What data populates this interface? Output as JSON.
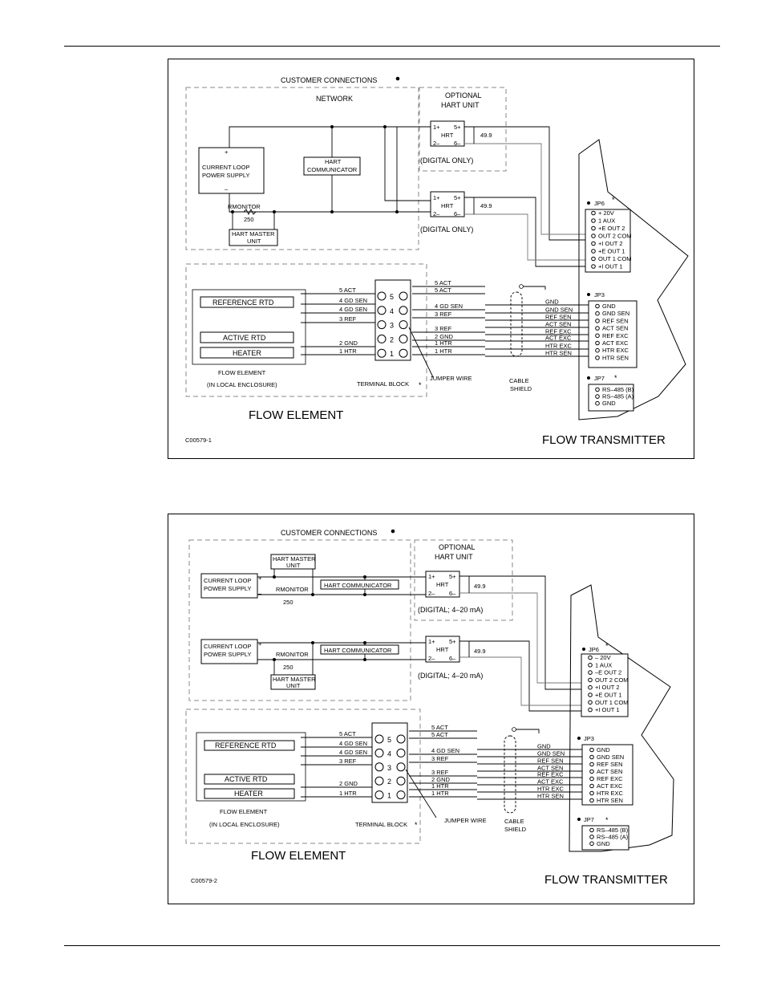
{
  "figures": [
    {
      "id": "C00579-1",
      "customer_connections": "CUSTOMER CONNECTIONS",
      "network": "NETWORK",
      "optional_hart_unit_1": "OPTIONAL",
      "optional_hart_unit_2": "HART UNIT",
      "power_supply_plus": "+",
      "power_supply_minus": "–",
      "power_supply_1": "CURRENT LOOP",
      "power_supply_2": "POWER SUPPLY",
      "hart_communicator_1": "HART",
      "hart_communicator_2": "COMMUNICATOR",
      "rmonitor": "RMONITOR",
      "rmonitor_value": "250",
      "hart_master_1": "HART MASTER",
      "hart_master_2": "UNIT",
      "hrt_upper": {
        "p1": "1+",
        "p5": "5+",
        "label": "HRT",
        "p2": "2–",
        "p6": "6–",
        "res": "49.9",
        "note": "(DIGITAL  ONLY)"
      },
      "hrt_lower": {
        "p1": "1+",
        "p5": "5+",
        "label": "HRT",
        "p2": "2–",
        "p6": "6–",
        "res": "49.9",
        "note": "(DIGITAL  ONLY)"
      },
      "jp6_label": "JP6",
      "jp6_pins": [
        "+  20V",
        "1  AUX",
        "+E  OUT  2",
        "OUT  2  COM",
        "+I  OUT  2",
        "+E  OUT  1",
        "OUT  1  COM",
        "+I  OUT  1"
      ],
      "jp3_label": "JP3",
      "jp3_pins": [
        "GND",
        "GND  SEN",
        "REF  SEN",
        "ACT  SEN",
        "REF  EXC",
        "ACT  EXC",
        "HTR  EXC",
        "HTR  SEN"
      ],
      "jp7_label": "JP7",
      "jp7_pins": [
        "RS–485  (B)",
        "RS–485  (A)",
        "GND"
      ],
      "reference_rtd": "REFERENCE  RTD",
      "active_rtd": "ACTIVE  RTD",
      "heater": "HEATER",
      "flow_element_small_1": "FLOW  ELEMENT",
      "flow_element_small_2": "(IN  LOCAL  ENCLOSURE)",
      "left_wires": [
        "5  ACT",
        "4  GD  SEN",
        "4  GD  SEN",
        "3  REF",
        "2  GND",
        "1  HTR"
      ],
      "terminal_numbers": [
        "5",
        "4",
        "3",
        "2",
        "1"
      ],
      "right_wires": [
        "5  ACT",
        "5  ACT",
        "4  GD  SEN",
        "3  REF",
        "3  REF",
        "2  GND",
        "1  HTR",
        "1  HTR"
      ],
      "cable_wires": [
        "GND",
        "GND  SEN",
        "REF  SEN",
        "ACT  SEN",
        "REF  EXC",
        "ACT  EXC",
        "HTR  EXC",
        "HTR  SEN"
      ],
      "jumper_wire": "JUMPER  WIRE",
      "terminal_block": "TERMINAL  BLOCK",
      "asterisk": "*",
      "cable_shield_1": "CABLE",
      "cable_shield_2": "SHIELD",
      "flow_element": "FLOW  ELEMENT",
      "flow_transmitter": "FLOW  TRANSMITTER"
    },
    {
      "id": "C00579-2",
      "customer_connections": "CUSTOMER CONNECTIONS",
      "optional_hart_unit_1": "OPTIONAL",
      "optional_hart_unit_2": "HART UNIT",
      "power_supply_plus": "+",
      "power_supply_minus": "–",
      "power_supply_1": "CURRENT  LOOP",
      "power_supply_2": "POWER  SUPPLY",
      "hart_master_1": "HART  MASTER",
      "hart_master_2": "UNIT",
      "rmonitor": "RMONITOR",
      "rmonitor_value": "250",
      "hart_communicator": "HART  COMMUNICATOR",
      "hrt_upper": {
        "p1": "1+",
        "p5": "5+",
        "label": "HRT",
        "p2": "2–",
        "p6": "6–",
        "res": "49.9",
        "note": "(DIGITAL;  4–20  mA)"
      },
      "hrt_lower": {
        "p1": "1+",
        "p5": "5+",
        "label": "HRT",
        "p2": "2–",
        "p6": "6–",
        "res": "49.9",
        "note": "(DIGITAL;  4–20  mA)"
      },
      "jp6_label": "JP6",
      "jp6_pins": [
        "–  20V",
        "1  AUX",
        "–E  OUT  2",
        "OUT  2  COM",
        "+I  OUT  2",
        "+E  OUT  1",
        "OUT  1  COM",
        "+I  OUT  1"
      ],
      "jp3_label": "JP3",
      "jp3_pins": [
        "GND",
        "GND  SEN",
        "REF  SEN",
        "ACT  SEN",
        "REF  EXC",
        "ACT  EXC",
        "HTR  EXC",
        "HTR  SEN"
      ],
      "jp7_label": "JP7",
      "jp7_pins": [
        "RS–485  (B)",
        "RS–485  (A)",
        "GND"
      ],
      "reference_rtd": "REFERENCE  RTD",
      "active_rtd": "ACTIVE  RTD",
      "heater": "HEATER",
      "flow_element_small_1": "FLOW  ELEMENT",
      "flow_element_small_2": "(IN  LOCAL  ENCLOSURE)",
      "left_wires": [
        "5  ACT",
        "4  GD  SEN",
        "4  GD  SEN",
        "3  REF",
        "2  GND",
        "1  HTR"
      ],
      "terminal_numbers": [
        "5",
        "4",
        "3",
        "2",
        "1"
      ],
      "right_wires": [
        "5  ACT",
        "5  ACT",
        "4  GD  SEN",
        "3  REF",
        "3  REF",
        "2  GND",
        "1  HTR",
        "1  HTR"
      ],
      "cable_wires": [
        "GND",
        "GND  SEN",
        "REF  SEN",
        "ACT  SEN",
        "REF  EXC",
        "ACT  EXC",
        "HTR  EXC",
        "HTR  SEN"
      ],
      "jumper_wire": "JUMPER  WIRE",
      "terminal_block": "TERMINAL  BLOCK",
      "asterisk": "*",
      "cable_shield_1": "CABLE",
      "cable_shield_2": "SHIELD",
      "flow_element": "FLOW  ELEMENT",
      "flow_transmitter": "FLOW  TRANSMITTER"
    }
  ]
}
